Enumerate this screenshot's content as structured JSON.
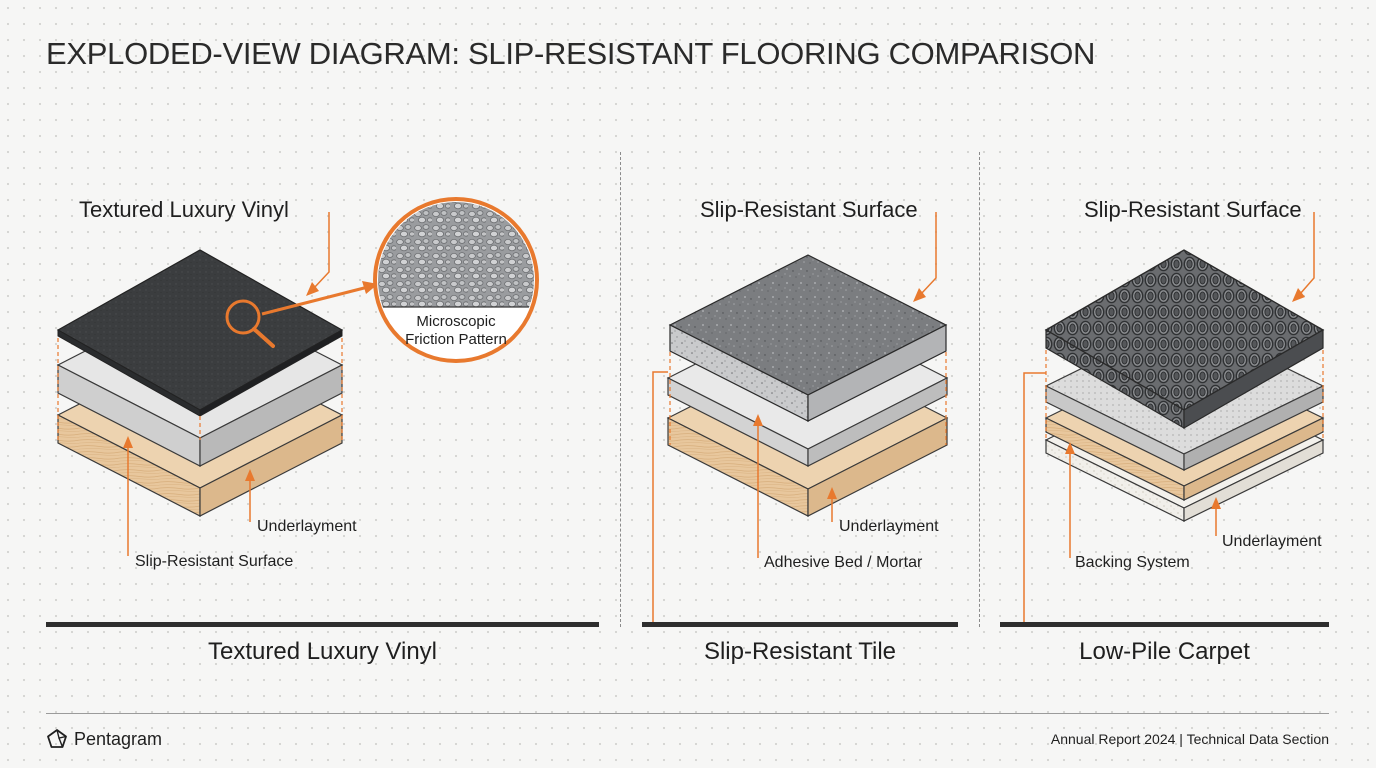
{
  "title": "EXPLODED-VIEW DIAGRAM: SLIP-RESISTANT FLOORING COMPARISON",
  "panels": [
    {
      "caption": "Textured Luxury Vinyl",
      "top_label": "Textured Luxury Vinyl",
      "labels": [
        "Underlayment",
        "Slip-Resistant Surface"
      ],
      "callout": {
        "line1": "Microscopic",
        "line2": "Friction Pattern"
      }
    },
    {
      "caption": "Slip-Resistant Tile",
      "top_label": "Slip-Resistant Surface",
      "labels": [
        "Underlayment",
        "Adhesive Bed / Mortar"
      ]
    },
    {
      "caption": "Low-Pile Carpet",
      "top_label": "Slip-Resistant Surface",
      "labels": [
        "Underlayment",
        "Backing System"
      ]
    }
  ],
  "footer": {
    "brand": "Pentagram",
    "right": "Annual Report 2024 | Technical Data Section"
  },
  "colors": {
    "accent": "#e8792e",
    "vinyl": "#3a3c3e",
    "wood": "#e9c9a0",
    "grey_layer": "#d6d6d6",
    "baseline": "#2e2e2e"
  },
  "icons": [
    "magnifier-icon",
    "pentagram-logo-icon"
  ]
}
